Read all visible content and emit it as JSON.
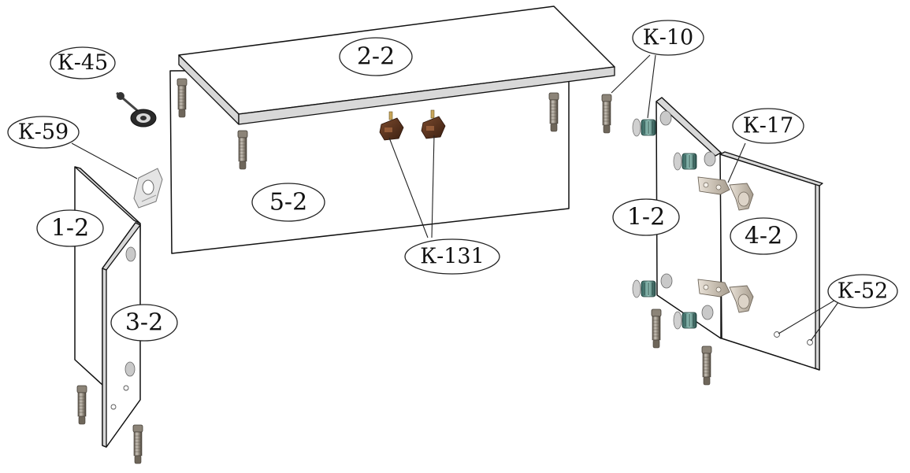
{
  "labels": {
    "k45": "К-45",
    "k59": "К-59",
    "k10": "К-10",
    "k17": "К-17",
    "k52": "К-52",
    "k131": "К-131",
    "p22": "2-2",
    "p52": "5-2",
    "p12_left": "1-2",
    "p32": "3-2",
    "p12_right": "1-2",
    "p42": "4-2"
  }
}
